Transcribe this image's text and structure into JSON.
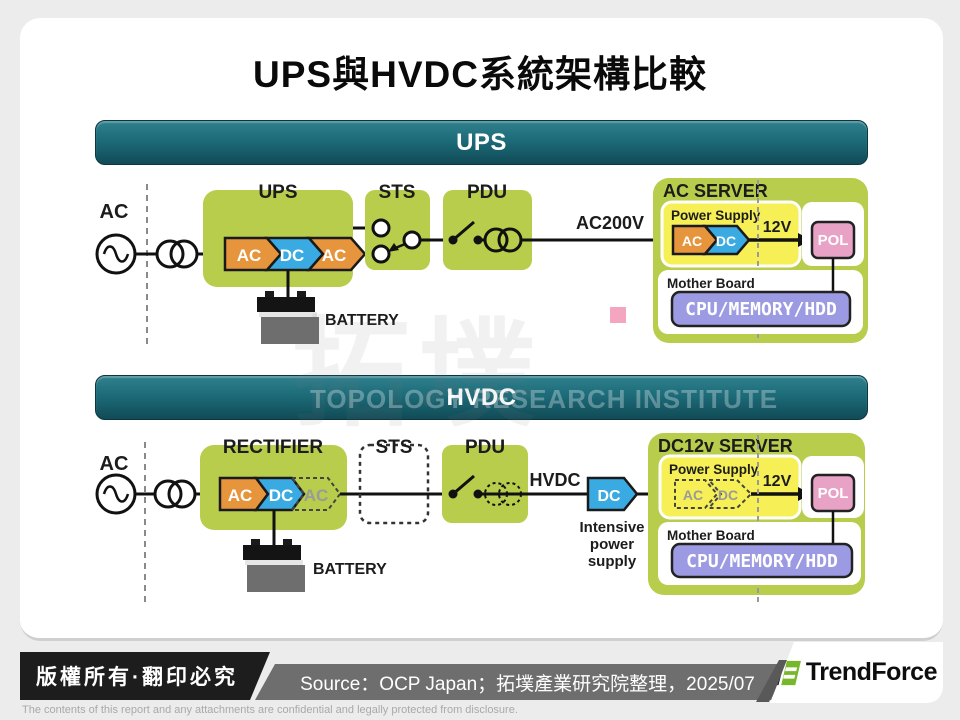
{
  "title": "UPS與HVDC系統架構比較",
  "watermark": {
    "cjk": "拓墣",
    "en": "TOPOLOGY RESEARCH INSTITUTE"
  },
  "sections": {
    "ups": {
      "header": "UPS",
      "source_label": "AC",
      "box_label": "UPS",
      "conv": [
        "AC",
        "DC",
        "AC"
      ],
      "battery": "BATTERY",
      "sts": "STS",
      "pdu": "PDU",
      "wire": "AC200V",
      "server": {
        "title": "AC SERVER",
        "power_supply": "Power Supply",
        "ps_conv": [
          "AC",
          "DC"
        ],
        "twelve_v": "12V",
        "pol": "POL",
        "mother_board": "Mother Board",
        "cpu": "CPU/MEMORY/HDD"
      }
    },
    "hvdc": {
      "header": "HVDC",
      "source_label": "AC",
      "box_label": "RECTIFIER",
      "conv": [
        "AC",
        "DC",
        "AC"
      ],
      "battery": "BATTERY",
      "sts": "STS",
      "pdu": "PDU",
      "wire": "HVDC",
      "dc_conv": "DC",
      "intensive": [
        "Intensive",
        "power",
        "supply"
      ],
      "server": {
        "title": "DC12v SERVER",
        "power_supply": "Power Supply",
        "ps_conv": [
          "AC",
          "DC"
        ],
        "twelve_v": "12V",
        "pol": "POL",
        "mother_board": "Mother Board",
        "cpu": "CPU/MEMORY/HDD"
      }
    }
  },
  "footer": {
    "copyright": "版權所有·翻印必究",
    "source": "Source：OCP Japan；拓墣產業研究院整理，2025/07",
    "brand": "TrendForce",
    "disclaimer": "The contents of this report and any attachments are confidential and legally protected from disclosure."
  },
  "colors": {
    "teal_bar": "#1d6b79",
    "box_green": "#b7cd4b",
    "chevron_orange": "#e6953c",
    "chevron_blue": "#3aabe2",
    "power_supply_yellow": "#f6ef55",
    "pol_pink": "#e8a2c6",
    "cpu_purple": "#9c9ae2",
    "brand_green": "#76b82a"
  }
}
